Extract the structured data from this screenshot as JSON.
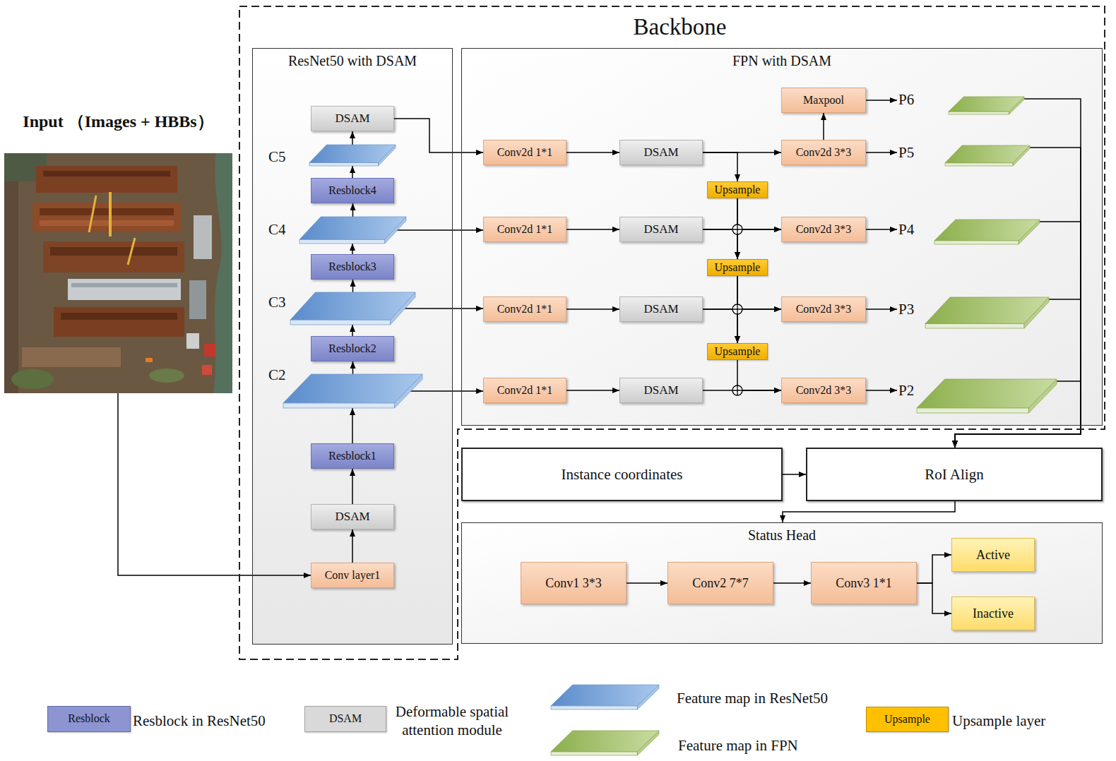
{
  "diagram": {
    "nodes": [
      {
        "text": [
          "Backbone"
        ]
      },
      {
        "text": [
          "ResNet50 with DSAM"
        ],
        "in": 0
      },
      {
        "text": [
          "FPN with DSAM"
        ],
        "in": 0
      },
      {
        "text": [
          "Input （Images + HBBs）"
        ]
      },
      {
        "text": [
          "DSAM"
        ],
        "in": 1
      },
      {
        "text": [
          "C5"
        ],
        "in": 1
      },
      {
        "text": [
          "Resblock4"
        ],
        "in": 1
      },
      {
        "text": [
          "C4"
        ],
        "in": 1
      },
      {
        "text": [
          "Resblock3"
        ],
        "in": 1
      },
      {
        "text": [
          "C3"
        ],
        "in": 1
      },
      {
        "text": [
          "Resblock2"
        ],
        "in": 1
      },
      {
        "text": [
          "C2"
        ],
        "in": 1
      },
      {
        "text": [
          "Resblock1"
        ],
        "in": 1
      },
      {
        "text": [
          "DSAM"
        ],
        "in": 1
      },
      {
        "text": [
          "Conv layer1"
        ],
        "in": 1
      },
      {
        "text": [
          "Maxpool"
        ],
        "in": 2
      },
      {
        "text": [
          "P6"
        ],
        "in": 2
      },
      {
        "text": [
          "Conv2d 1*1"
        ],
        "in": 2
      },
      {
        "text": [
          "DSAM"
        ],
        "in": 2
      },
      {
        "text": [
          "Conv2d 3*3"
        ],
        "in": 2
      },
      {
        "text": [
          "P5"
        ],
        "in": 2
      },
      {
        "text": [
          "Upsample"
        ],
        "in": 2
      },
      {
        "text": [
          "Conv2d 1*1"
        ],
        "in": 2
      },
      {
        "text": [
          "DSAM"
        ],
        "in": 2
      },
      {
        "text": [
          "Conv2d 3*3"
        ],
        "in": 2
      },
      {
        "text": [
          "P4"
        ],
        "in": 2
      },
      {
        "text": [
          "Upsample"
        ],
        "in": 2
      },
      {
        "text": [
          "Conv2d 1*1"
        ],
        "in": 2
      },
      {
        "text": [
          "DSAM"
        ],
        "in": 2
      },
      {
        "text": [
          "Conv2d 3*3"
        ],
        "in": 2
      },
      {
        "text": [
          "P3"
        ],
        "in": 2
      },
      {
        "text": [
          "Upsample"
        ],
        "in": 2
      },
      {
        "text": [
          "Conv2d 1*1"
        ],
        "in": 2
      },
      {
        "text": [
          "DSAM"
        ],
        "in": 2
      },
      {
        "text": [
          "Conv2d 3*3"
        ],
        "in": 2
      },
      {
        "text": [
          "P2"
        ],
        "in": 2
      },
      {
        "text": [
          "Instance coordinates"
        ]
      },
      {
        "text": [
          "RoI Align"
        ]
      },
      {
        "text": [
          "Status Head"
        ]
      },
      {
        "text": [
          "Conv1 3*3"
        ],
        "in": 38
      },
      {
        "text": [
          "Conv2 7*7"
        ],
        "in": 38
      },
      {
        "text": [
          "Conv3 1*1"
        ],
        "in": 38
      },
      {
        "text": [
          "Active"
        ],
        "in": 38
      },
      {
        "text": [
          "Inactive"
        ],
        "in": 38
      }
    ],
    "edges": [
      {
        "from": 3,
        "to": 14,
        "arrow": "to"
      },
      {
        "from": 14,
        "to": 13,
        "arrow": "to"
      },
      {
        "from": 13,
        "to": 12,
        "arrow": "to"
      },
      {
        "from": 12,
        "to": 11,
        "arrow": "to"
      },
      {
        "from": 11,
        "to": 10,
        "arrow": "to"
      },
      {
        "from": 10,
        "to": 9,
        "arrow": "to"
      },
      {
        "from": 9,
        "to": 8,
        "arrow": "to"
      },
      {
        "from": 8,
        "to": 7,
        "arrow": "to"
      },
      {
        "from": 7,
        "to": 6,
        "arrow": "to"
      },
      {
        "from": 6,
        "to": 5,
        "arrow": "to"
      },
      {
        "from": 5,
        "to": 4,
        "arrow": "to"
      },
      {
        "from": 4,
        "to": 17,
        "arrow": "to"
      },
      {
        "from": 17,
        "to": 18,
        "arrow": "to"
      },
      {
        "from": 18,
        "to": 19,
        "arrow": "to"
      },
      {
        "from": 18,
        "to": 21,
        "arrow": "to"
      },
      {
        "from": 19,
        "to": 15,
        "arrow": "to"
      },
      {
        "from": 15,
        "to": 16,
        "arrow": "to"
      },
      {
        "from": 19,
        "to": 20,
        "arrow": "to"
      },
      {
        "from": 7,
        "to": 22,
        "arrow": "to"
      },
      {
        "from": 22,
        "to": 23,
        "arrow": "to"
      },
      {
        "from": 23,
        "to": 24,
        "arrow": "to"
      },
      {
        "from": 21,
        "to": 24,
        "arrow": "to"
      },
      {
        "from": 23,
        "to": 26,
        "arrow": "to"
      },
      {
        "from": 21,
        "to": 26,
        "arrow": "to"
      },
      {
        "from": 24,
        "to": 25,
        "arrow": "to"
      },
      {
        "from": 9,
        "to": 27,
        "arrow": "to"
      },
      {
        "from": 27,
        "to": 28,
        "arrow": "to"
      },
      {
        "from": 28,
        "to": 29,
        "arrow": "to"
      },
      {
        "from": 26,
        "to": 29,
        "arrow": "to"
      },
      {
        "from": 28,
        "to": 31,
        "arrow": "to"
      },
      {
        "from": 26,
        "to": 31,
        "arrow": "to"
      },
      {
        "from": 29,
        "to": 30,
        "arrow": "to"
      },
      {
        "from": 11,
        "to": 32,
        "arrow": "to"
      },
      {
        "from": 32,
        "to": 33,
        "arrow": "to"
      },
      {
        "from": 33,
        "to": 34,
        "arrow": "to"
      },
      {
        "from": 31,
        "to": 34,
        "arrow": "to"
      },
      {
        "from": 34,
        "to": 35,
        "arrow": "to"
      },
      {
        "from": 16,
        "to": 37,
        "arrow": "to"
      },
      {
        "from": 20,
        "to": 37,
        "arrow": "to"
      },
      {
        "from": 25,
        "to": 37,
        "arrow": "to"
      },
      {
        "from": 30,
        "to": 37,
        "arrow": "to"
      },
      {
        "from": 35,
        "to": 37,
        "arrow": "to"
      },
      {
        "from": 36,
        "to": 37,
        "arrow": "to"
      },
      {
        "from": 37,
        "to": 38,
        "arrow": "to"
      },
      {
        "from": 39,
        "to": 40,
        "arrow": "to"
      },
      {
        "from": 40,
        "to": 41,
        "arrow": "to"
      },
      {
        "from": 41,
        "to": 42,
        "arrow": "to"
      },
      {
        "from": 41,
        "to": 43,
        "arrow": "to"
      }
    ],
    "labels": [
      "Resblock",
      "DSAM",
      "Upsample"
    ],
    "legend": [
      {
        "text": "Resblock in ResNet50",
        "color": "#8c94d2"
      },
      {
        "text": "Deformable spatial attention module",
        "color": "#d9d9d9"
      },
      {
        "text": "Feature map in ResNet50"
      },
      {
        "text": "Feature map in FPN"
      },
      {
        "text": "Upsample layer",
        "color": "#ffc000"
      }
    ]
  }
}
